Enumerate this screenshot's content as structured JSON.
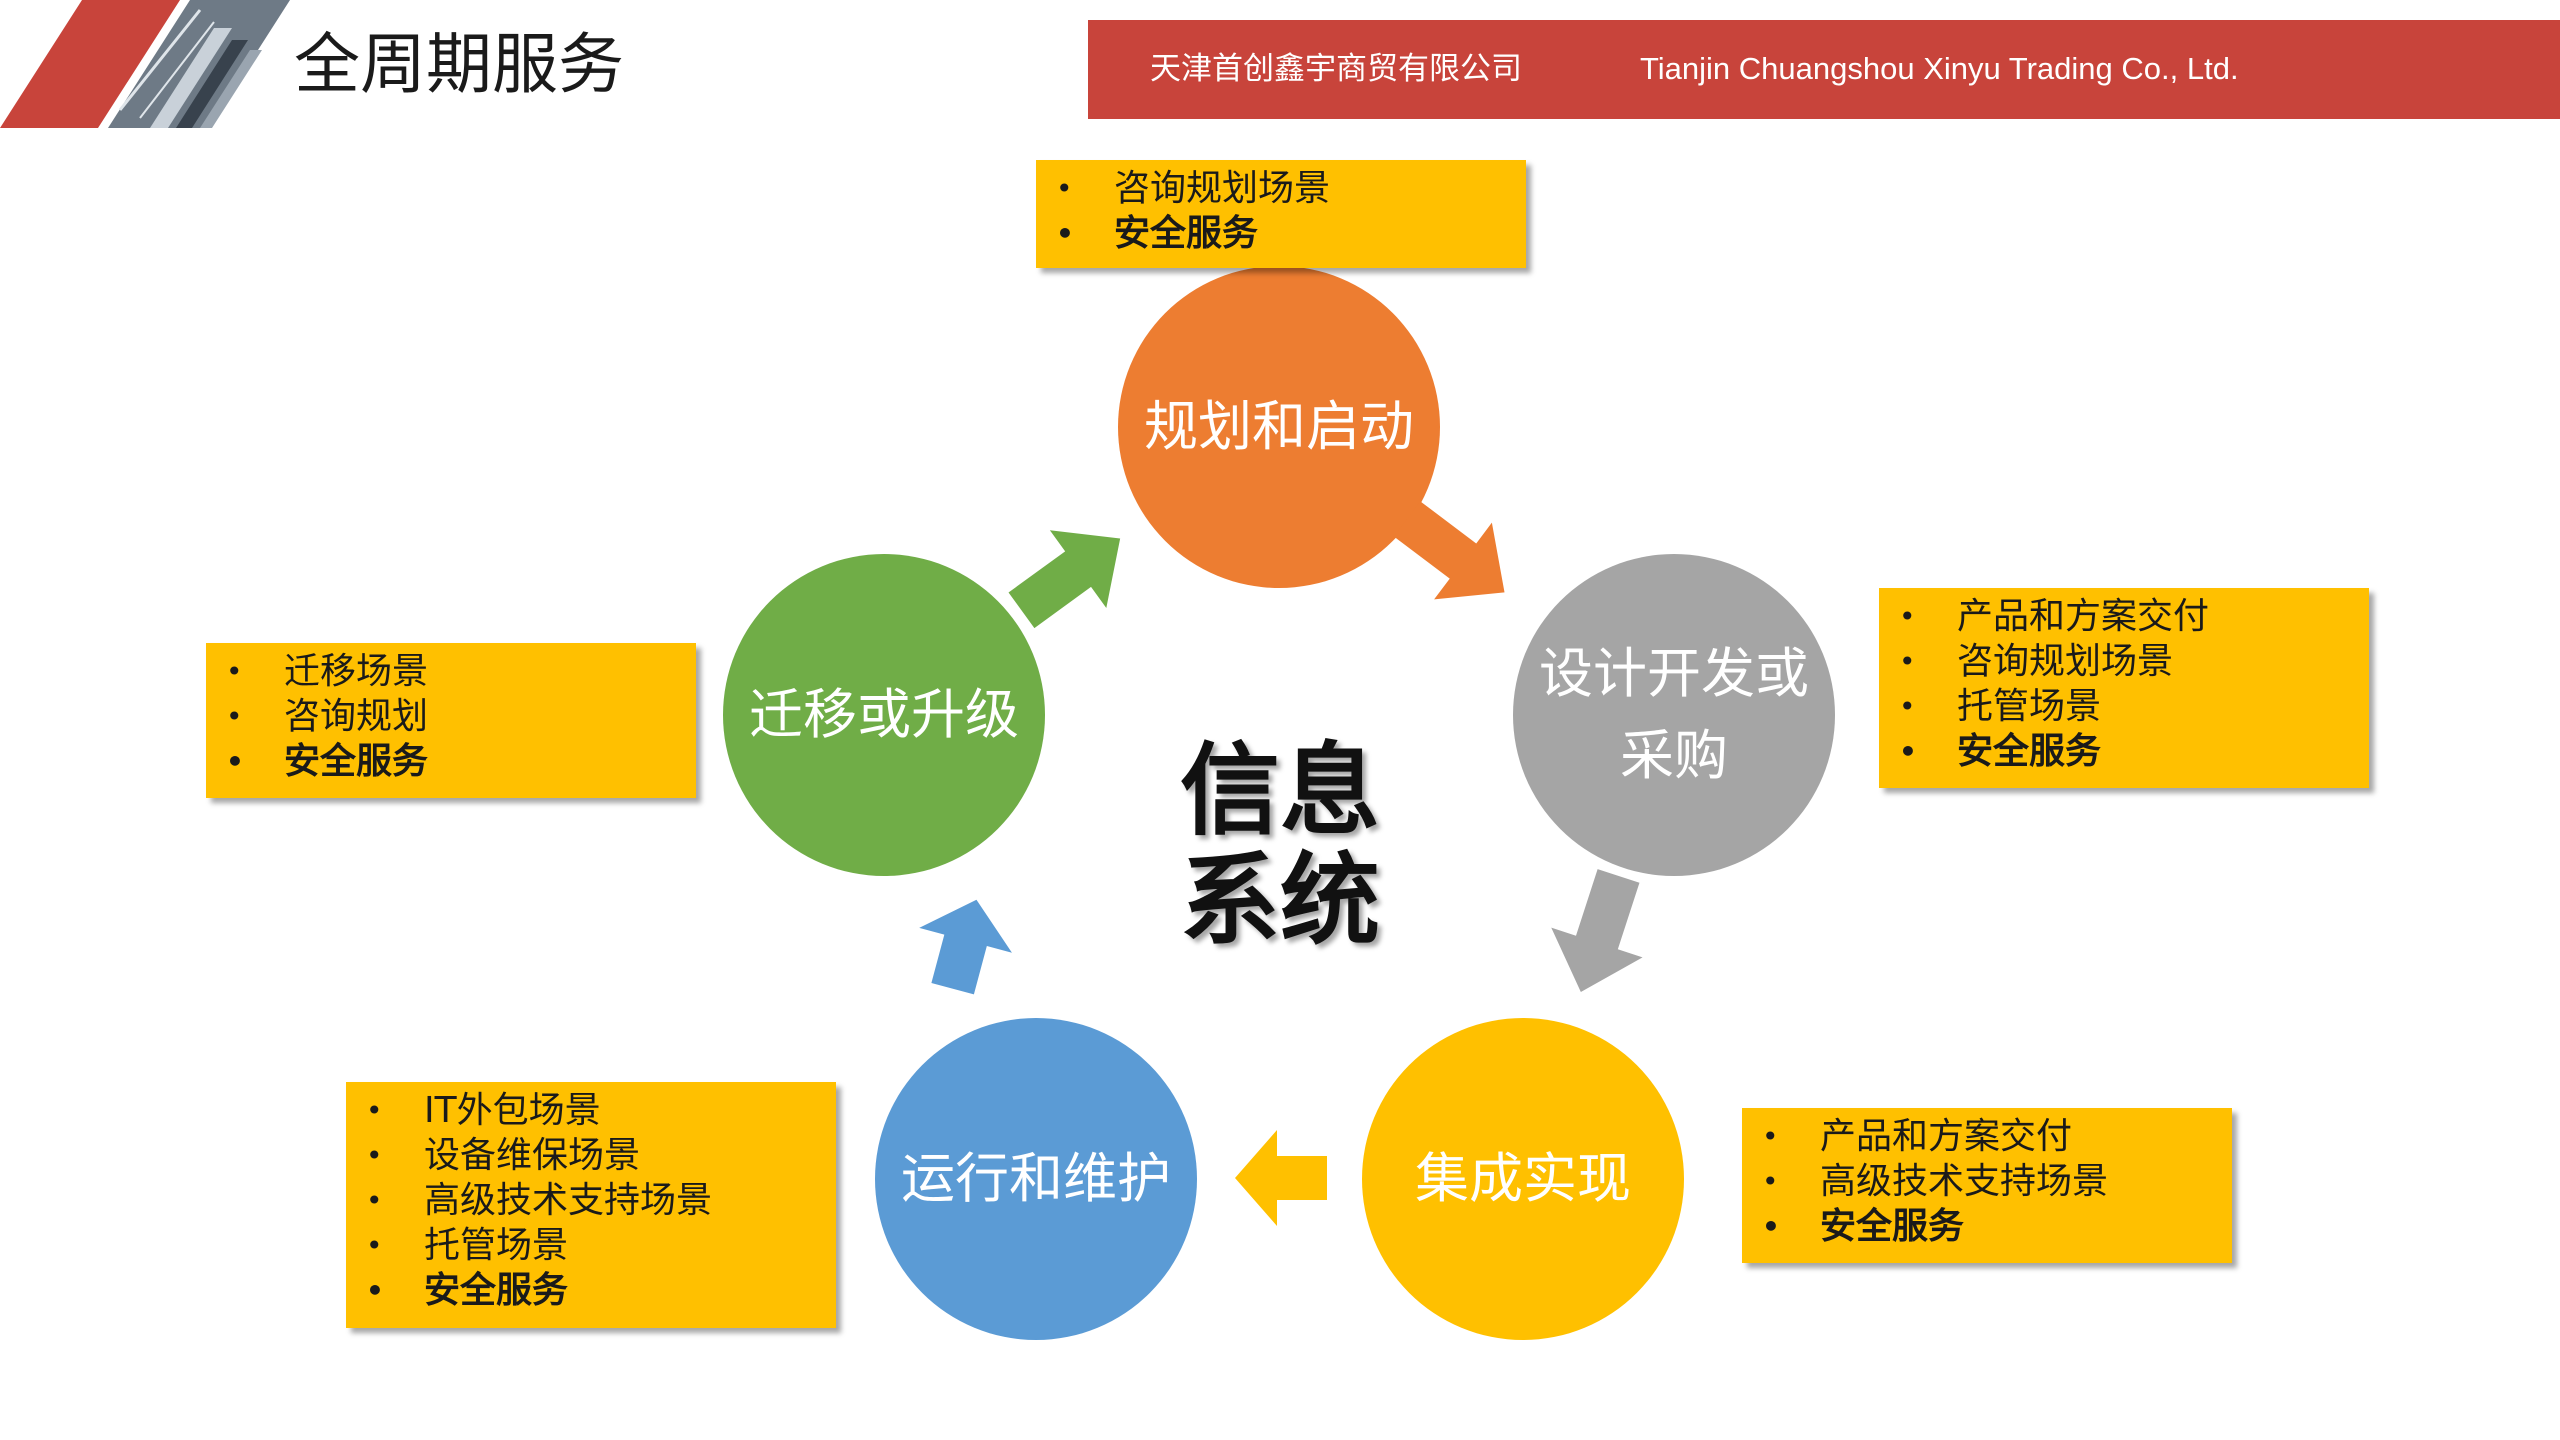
{
  "header": {
    "page_title": "全周期服务",
    "company_cn": "天津首创鑫宇商贸有限公司",
    "company_en": "Tianjin Chuangshou Xinyu Trading Co., Ltd."
  },
  "colors": {
    "accent_red": "#c8443b",
    "note_yellow": "#ffc000",
    "stage_orange": "#ed7d31",
    "stage_gray": "#a5a5a5",
    "stage_yellow": "#ffc000",
    "stage_blue": "#5b9bd5",
    "stage_green": "#70ad47"
  },
  "center": {
    "label": "信息系统"
  },
  "stages": [
    {
      "id": "plan",
      "label": "规划和启动",
      "notes": [
        "咨询规划场景",
        "安全服务"
      ]
    },
    {
      "id": "design",
      "label": "设计开发或采购",
      "notes": [
        "产品和方案交付",
        "咨询规划场景",
        "托管场景",
        "安全服务"
      ]
    },
    {
      "id": "integrate",
      "label": "集成实现",
      "notes": [
        "产品和方案交付",
        "高级技术支持场景",
        "安全服务"
      ]
    },
    {
      "id": "operate",
      "label": "运行和维护",
      "notes": [
        "IT外包场景",
        "设备维保场景",
        "高级技术支持场景",
        "托管场景",
        "安全服务"
      ]
    },
    {
      "id": "migrate",
      "label": "迁移或升级",
      "notes": [
        "迁移场景",
        "咨询规划",
        "安全服务"
      ]
    }
  ]
}
